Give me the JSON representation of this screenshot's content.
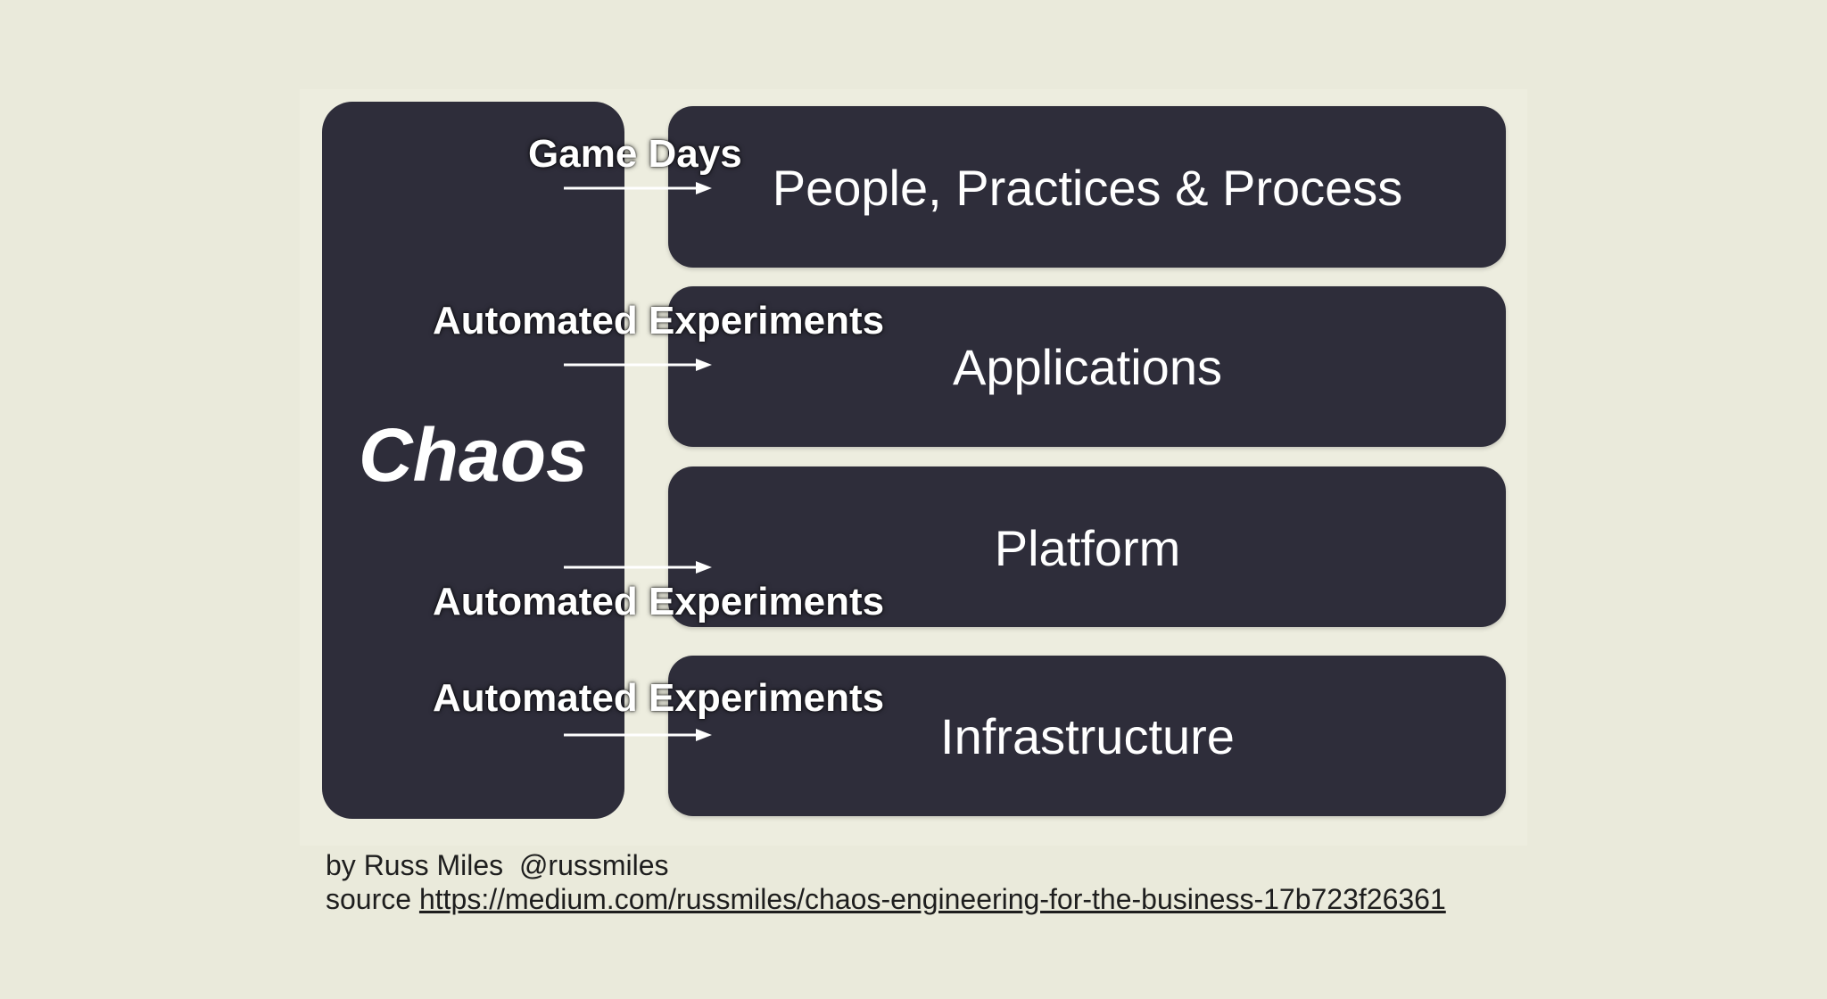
{
  "diagram": {
    "chaos_label": "Chaos",
    "layers": [
      {
        "label": "People, Practices & Process"
      },
      {
        "label": "Applications"
      },
      {
        "label": "Platform"
      },
      {
        "label": "Infrastructure"
      }
    ],
    "flows": [
      {
        "label": "Game Days",
        "target": "People, Practices & Process"
      },
      {
        "label": "Automated Experiments",
        "target": "Applications"
      },
      {
        "label": "Automated Experiments",
        "target": "Platform"
      },
      {
        "label": "Automated Experiments",
        "target": "Infrastructure"
      }
    ],
    "colors": {
      "background": "#eaeadb",
      "box": "#2e2d3a",
      "text": "#ffffff"
    }
  },
  "credits": {
    "author_line": "by Russ Miles  @russmiles",
    "source_prefix": "source",
    "source_url": "https://medium.com/russmiles/chaos-engineering-for-the-business-17b723f26361"
  }
}
